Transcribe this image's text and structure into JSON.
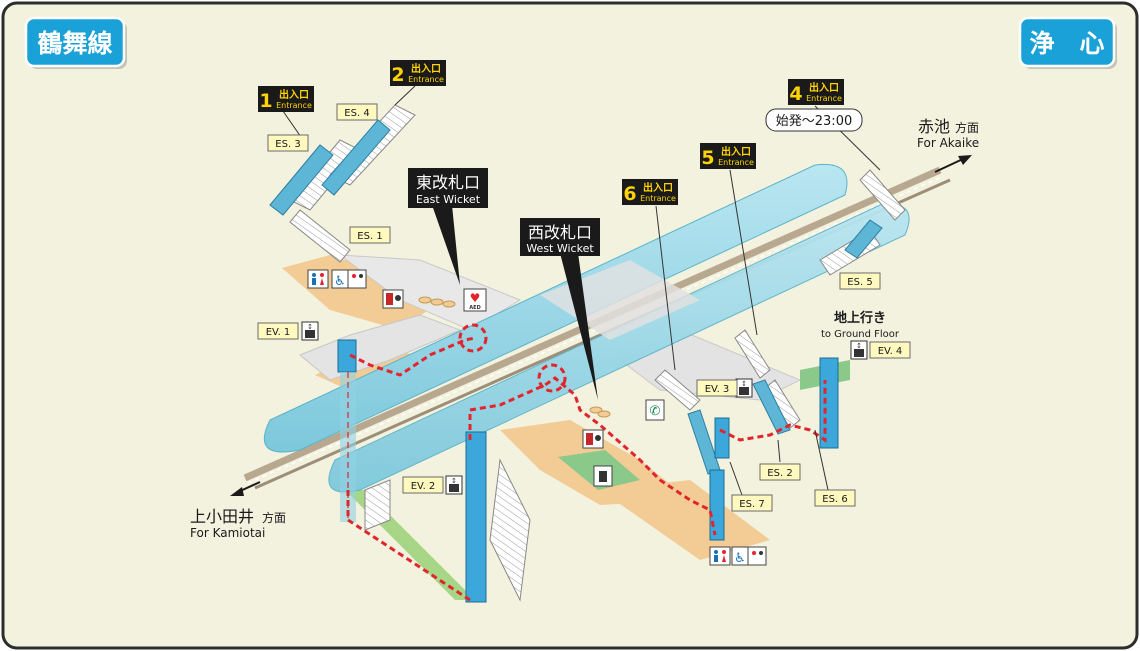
{
  "line_badge": "鶴舞線",
  "station_badge": "浄　心",
  "colors": {
    "frame_bg": "#F3F2DE",
    "frame_border": "#2D2D2D",
    "badge": "#1AA2D8",
    "platform": "#8FD2E3",
    "concourse": "#F2CC94",
    "route": "#E2242C",
    "elevator": "#3CA7DA",
    "label_bg": "#FFF9BF",
    "track": "#B8A890",
    "green_area": "#A7D687"
  },
  "entrances": [
    {
      "num": "1",
      "jp": "出入口",
      "en": "Entrance"
    },
    {
      "num": "2",
      "jp": "出入口",
      "en": "Entrance"
    },
    {
      "num": "4",
      "jp": "出入口",
      "en": "Entrance"
    },
    {
      "num": "5",
      "jp": "出入口",
      "en": "Entrance"
    },
    {
      "num": "6",
      "jp": "出入口",
      "en": "Entrance"
    }
  ],
  "entrance4_hours": "始発～23:00",
  "escalators": [
    "ES. 1",
    "ES. 2",
    "ES. 3",
    "ES. 4",
    "ES. 5",
    "ES. 6",
    "ES. 7"
  ],
  "elevators": [
    "EV. 1",
    "EV. 2",
    "EV. 3",
    "EV. 4"
  ],
  "wickets": {
    "east": {
      "jp": "東改札口",
      "en": "East Wicket"
    },
    "west": {
      "jp": "西改札口",
      "en": "West Wicket"
    }
  },
  "directions": {
    "akaike": {
      "jp": "赤池",
      "suffix": "方面",
      "en": "For Akaike"
    },
    "kamiotai": {
      "jp": "上小田井",
      "suffix": "方面",
      "en": "For Kamiotai"
    }
  },
  "ground_floor": {
    "jp": "地上行き",
    "en": "to Ground Floor"
  },
  "aed_label": "AED"
}
